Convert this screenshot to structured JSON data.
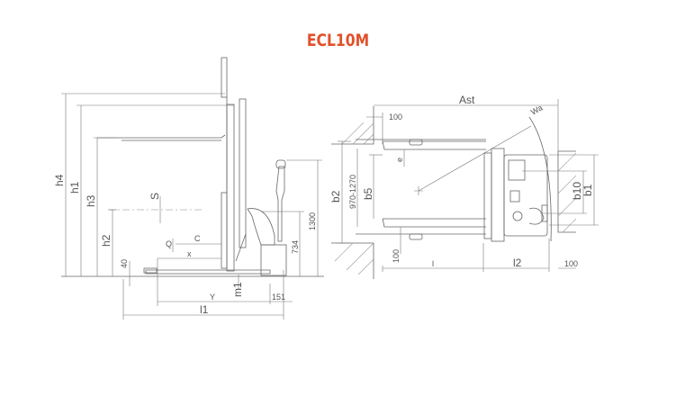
{
  "title": "ECL10M",
  "side_view": {
    "labels": {
      "h4": "h4",
      "h1": "h1",
      "h3": "h3",
      "h2": "h2",
      "s": "S",
      "q": "Q",
      "c": "C",
      "x": "x",
      "y": "Y",
      "l1": "l1",
      "m1": "m1",
      "forks_height": "40",
      "rear": "151",
      "tiller_min": "734",
      "tiller_max": "1300"
    }
  },
  "top_view": {
    "labels": {
      "ast": "Ast",
      "wa": "Wa",
      "b1": "b1",
      "b10": "b10",
      "b2": "b2",
      "b5": "b5",
      "e": "e",
      "l": "l",
      "l2": "l2",
      "clear_top": "100",
      "clear_bottom": "100",
      "clear_right": "100",
      "width_range": "970-1270"
    }
  }
}
